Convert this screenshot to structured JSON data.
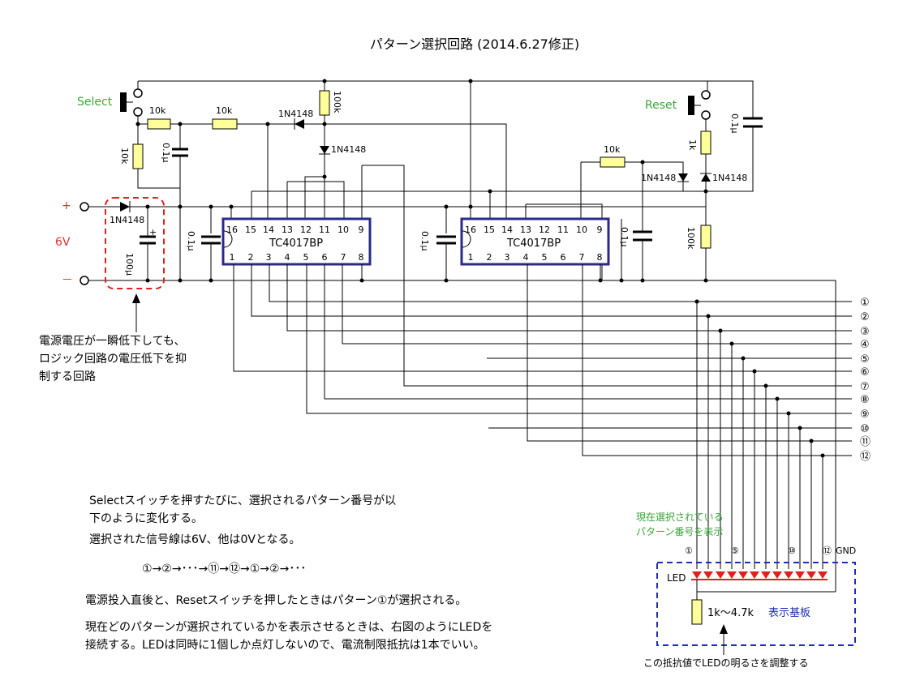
{
  "title": "パターン選択回路 (2014.6.27修正)",
  "switches": {
    "select": "Select",
    "reset": "Reset"
  },
  "power": {
    "plus": "+",
    "minus": "－",
    "voltage": "6V"
  },
  "components": {
    "r_10k_a": "10k",
    "r_10k_b": "10k",
    "r_10k_v": "10k",
    "r_100k_top": "100k",
    "r_10k_right": "10k",
    "r_1k": "1k",
    "r_100k_right": "100k",
    "d_1n4148_a": "1N4148",
    "d_1n4148_b": "1N4148",
    "d_1n4148_pwr": "1N4148",
    "d_1n4148_c": "1N4148",
    "d_1n4148_d": "1N4148",
    "c_01u": "0.1μ",
    "c_100u": "100μ",
    "c_plus": "+"
  },
  "chips": [
    {
      "name": "TC4017BP",
      "top_pins": [
        "16",
        "15",
        "14",
        "13",
        "12",
        "11",
        "10",
        "9"
      ],
      "bottom_pins": [
        "1",
        "2",
        "3",
        "4",
        "5",
        "6",
        "7",
        "8"
      ]
    },
    {
      "name": "TC4017BP",
      "top_pins": [
        "16",
        "15",
        "14",
        "13",
        "12",
        "11",
        "10",
        "9"
      ],
      "bottom_pins": [
        "1",
        "2",
        "3",
        "4",
        "5",
        "6",
        "7",
        "8"
      ]
    }
  ],
  "outputs": [
    "①",
    "②",
    "③",
    "④",
    "⑤",
    "⑥",
    "⑦",
    "⑧",
    "⑨",
    "⑩",
    "⑪",
    "⑫"
  ],
  "power_note": [
    "電源電圧が一瞬低下しても、",
    "ロジック回路の電圧低下を抑",
    "制する回路"
  ],
  "display": {
    "caption": [
      "現在選択されている",
      "パターン番号を表示"
    ],
    "pin_labels": [
      "①",
      "⑤",
      "⑩",
      "⑫"
    ],
    "gnd": "GND",
    "led": "LED",
    "resistor": "1k～4.7k",
    "board": "表示基板",
    "note": "この抵抗値でLEDの明るさを調整する"
  },
  "description": {
    "line1": "Selectスイッチを押すたびに、選択されるパターン番号が以",
    "line2": "下のように変化する。",
    "line3": "選択された信号線は6V、他は0Vとなる。",
    "sequence": "①→②→･･･→⑪→⑫→①→②→･･･",
    "line4": "電源投入直後と、Resetスイッチを押したときはパターン①が選択される。",
    "line5": "現在どのパターンが選択されているかを表示させるときは、右図のようにLEDを",
    "line6": "接続する。LEDは同時に1個しか点灯しないので、電流制限抵抗は1本でいい。"
  }
}
